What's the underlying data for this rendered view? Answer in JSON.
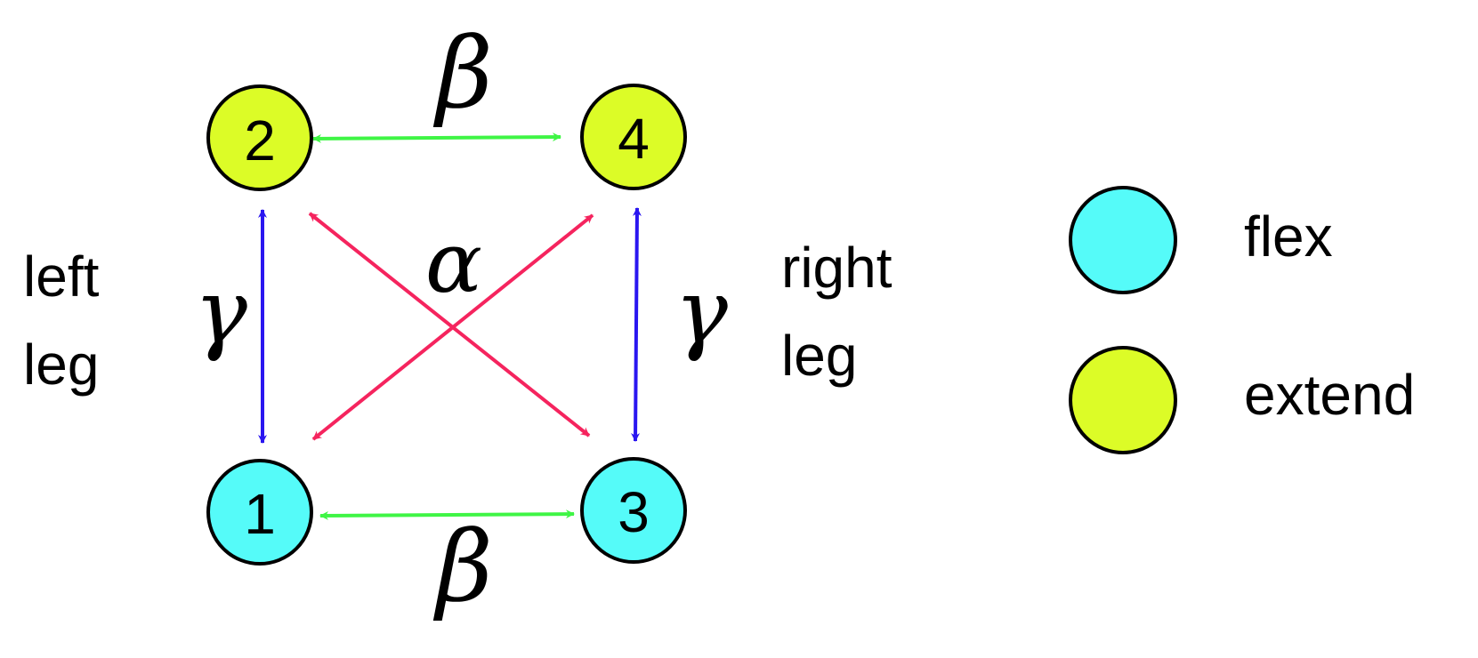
{
  "colors": {
    "flex": "#55fbf9",
    "extend": "#dcfc27",
    "beta_arrow": "#3ff545",
    "gamma_arrow": "#2a16f0",
    "alpha_arrow": "#f5245e",
    "stroke": "#000000"
  },
  "nodes": [
    {
      "id": "1",
      "label": "1",
      "type": "flex"
    },
    {
      "id": "2",
      "label": "2",
      "type": "extend"
    },
    {
      "id": "3",
      "label": "3",
      "type": "flex"
    },
    {
      "id": "4",
      "label": "4",
      "type": "extend"
    }
  ],
  "couplings": {
    "beta": "β",
    "gamma": "γ",
    "alpha": "α"
  },
  "side_labels": {
    "left": [
      "left",
      "leg"
    ],
    "right": [
      "right",
      "leg"
    ]
  },
  "legend": [
    {
      "type": "flex",
      "label": "flex"
    },
    {
      "type": "extend",
      "label": "extend"
    }
  ]
}
